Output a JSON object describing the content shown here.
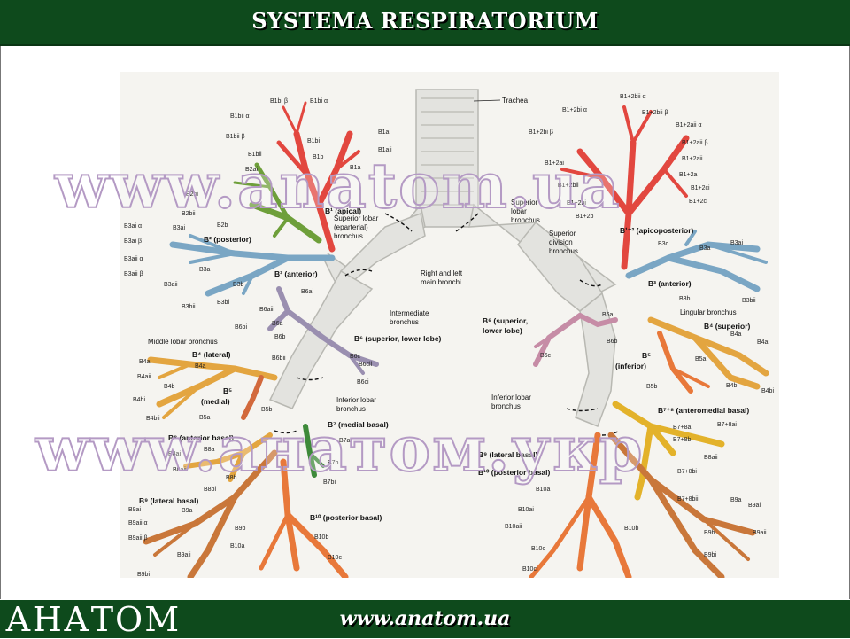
{
  "header": {
    "title": "SYSTEMA RESPIRATORIUM"
  },
  "footer": {
    "logo_text": "АНАТОМ",
    "url": "www.anatom.ua"
  },
  "watermarks": {
    "top": "www.anatom.ua",
    "bottom": "www.анатом.укр"
  },
  "colors": {
    "header_bg": "#0e4a1c",
    "bronchus": "#e3e3df",
    "apical": "#e2473f",
    "posterior": "#6e9f3a",
    "anterior": "#7aa6c4",
    "lingular": "#9a8fb0",
    "middle": "#e3a540",
    "lateral_basal": "#c9773a",
    "posterior_basal": "#e8783a",
    "medial_basal": "#3e8a3a"
  },
  "diagram": {
    "labels": {
      "trachea": "Trachea",
      "main_bronchi_1": "Right and left",
      "main_bronchi_2": "main bronchi",
      "intermediate_1": "Intermediate",
      "intermediate_2": "bronchus",
      "sup_lobar_r_1": "Superior lobar",
      "sup_lobar_r_2": "(eparterial)",
      "sup_lobar_r_3": "bronchus",
      "sup_lobar_l_1": "Superior",
      "sup_lobar_l_2": "lobar",
      "sup_lobar_l_3": "bronchus",
      "sup_div_1": "Superior",
      "sup_div_2": "division",
      "sup_div_3": "bronchus",
      "lingular": "Lingular bronchus",
      "middle_lobar": "Middle lobar bronchus",
      "inferior_lobar_r_1": "Inferior lobar",
      "inferior_lobar_r_2": "bronchus",
      "inferior_lobar_l_1": "Inferior lobar",
      "inferior_lobar_l_2": "bronchus",
      "b1_apical": "B¹ (apical)",
      "b2_posterior": "B² (posterior)",
      "b3_anterior_r": "B³ (anterior)",
      "b3_anterior_l": "B³ (anterior)",
      "b12_apicoposterior": "B¹⁺² (apicoposterior)",
      "b6_r": "B⁶ (superior, lower lobe)",
      "b6_l_1": "B⁶ (superior,",
      "b6_l_2": "lower lobe)",
      "b4_lateral": "B⁴ (lateral)",
      "b5_medial_1": "B⁵",
      "b5_medial_2": "(medial)",
      "b4_superior": "B⁴ (superior)",
      "b5_inferior_1": "B⁵",
      "b5_inferior_2": "(inferior)",
      "b7_medial_basal": "B⁷ (medial basal)",
      "b8_anterior_basal": "B⁸ (anterior basal)",
      "b9_lateral_basal_r": "B⁹ (lateral basal)",
      "b10_posterior_basal_r": "B¹⁰ (posterior basal)",
      "b78_anteromedial": "B⁷⁺⁸ (anteromedial basal)",
      "b9_lateral_basal_l": "B⁹ (lateral basal)",
      "b10_posterior_basal_l": "B¹⁰ (posterior basal)"
    },
    "small_labels_right_lung": [
      "B1bi β",
      "B1bi α",
      "B1bii α",
      "B1bii β",
      "B1ai",
      "B1bi",
      "B1aii",
      "B1b",
      "B1a",
      "B2bi",
      "B2bii",
      "B2ai",
      "B2a",
      "B2b",
      "B3ai",
      "B3ai β",
      "B3aii α",
      "B3aii β",
      "B3aii",
      "B3bii",
      "B3bi",
      "B3a",
      "B3b",
      "B6ai",
      "B6a",
      "B6bi",
      "B6b",
      "B6bii",
      "B6c",
      "B6cii",
      "B6ci",
      "B4ai",
      "B4aii",
      "B4a",
      "B4b",
      "B4bi",
      "B4bii",
      "B5a",
      "B5b",
      "B8ai",
      "B8a",
      "B8aii",
      "B8bi",
      "B8b",
      "B7a",
      "B7b",
      "B7bi",
      "B9ai",
      "B9a",
      "B9aii α",
      "B9aii β",
      "B9aii",
      "B9b",
      "B9bi",
      "B10a",
      "B10b",
      "B10c"
    ],
    "small_labels_left_lung": [
      "B1+2bii α",
      "B1+2bi α",
      "B1+2bii β",
      "B1+2aii α",
      "B1+2bi β",
      "B1+2aii β",
      "B1+2aii",
      "B1+2ai",
      "B1+2a",
      "B1+2bii",
      "B1+2ci",
      "B1+2bi",
      "B1+2c",
      "B1+2b",
      "B3c",
      "B3a",
      "B3ai",
      "B3b",
      "B3bii",
      "B6a",
      "B6b",
      "B6c",
      "B4a",
      "B4ai",
      "B4b",
      "B4bi",
      "B5a",
      "B5b",
      "B7+8a",
      "B7+8ai",
      "B7+8b",
      "B7+8bi",
      "B7+8bii",
      "B8aii",
      "B9a",
      "B9ai",
      "B9aii",
      "B9b",
      "B9bi",
      "B10a",
      "B10ai",
      "B10aii",
      "B10b",
      "B10c",
      "B10ci"
    ]
  }
}
